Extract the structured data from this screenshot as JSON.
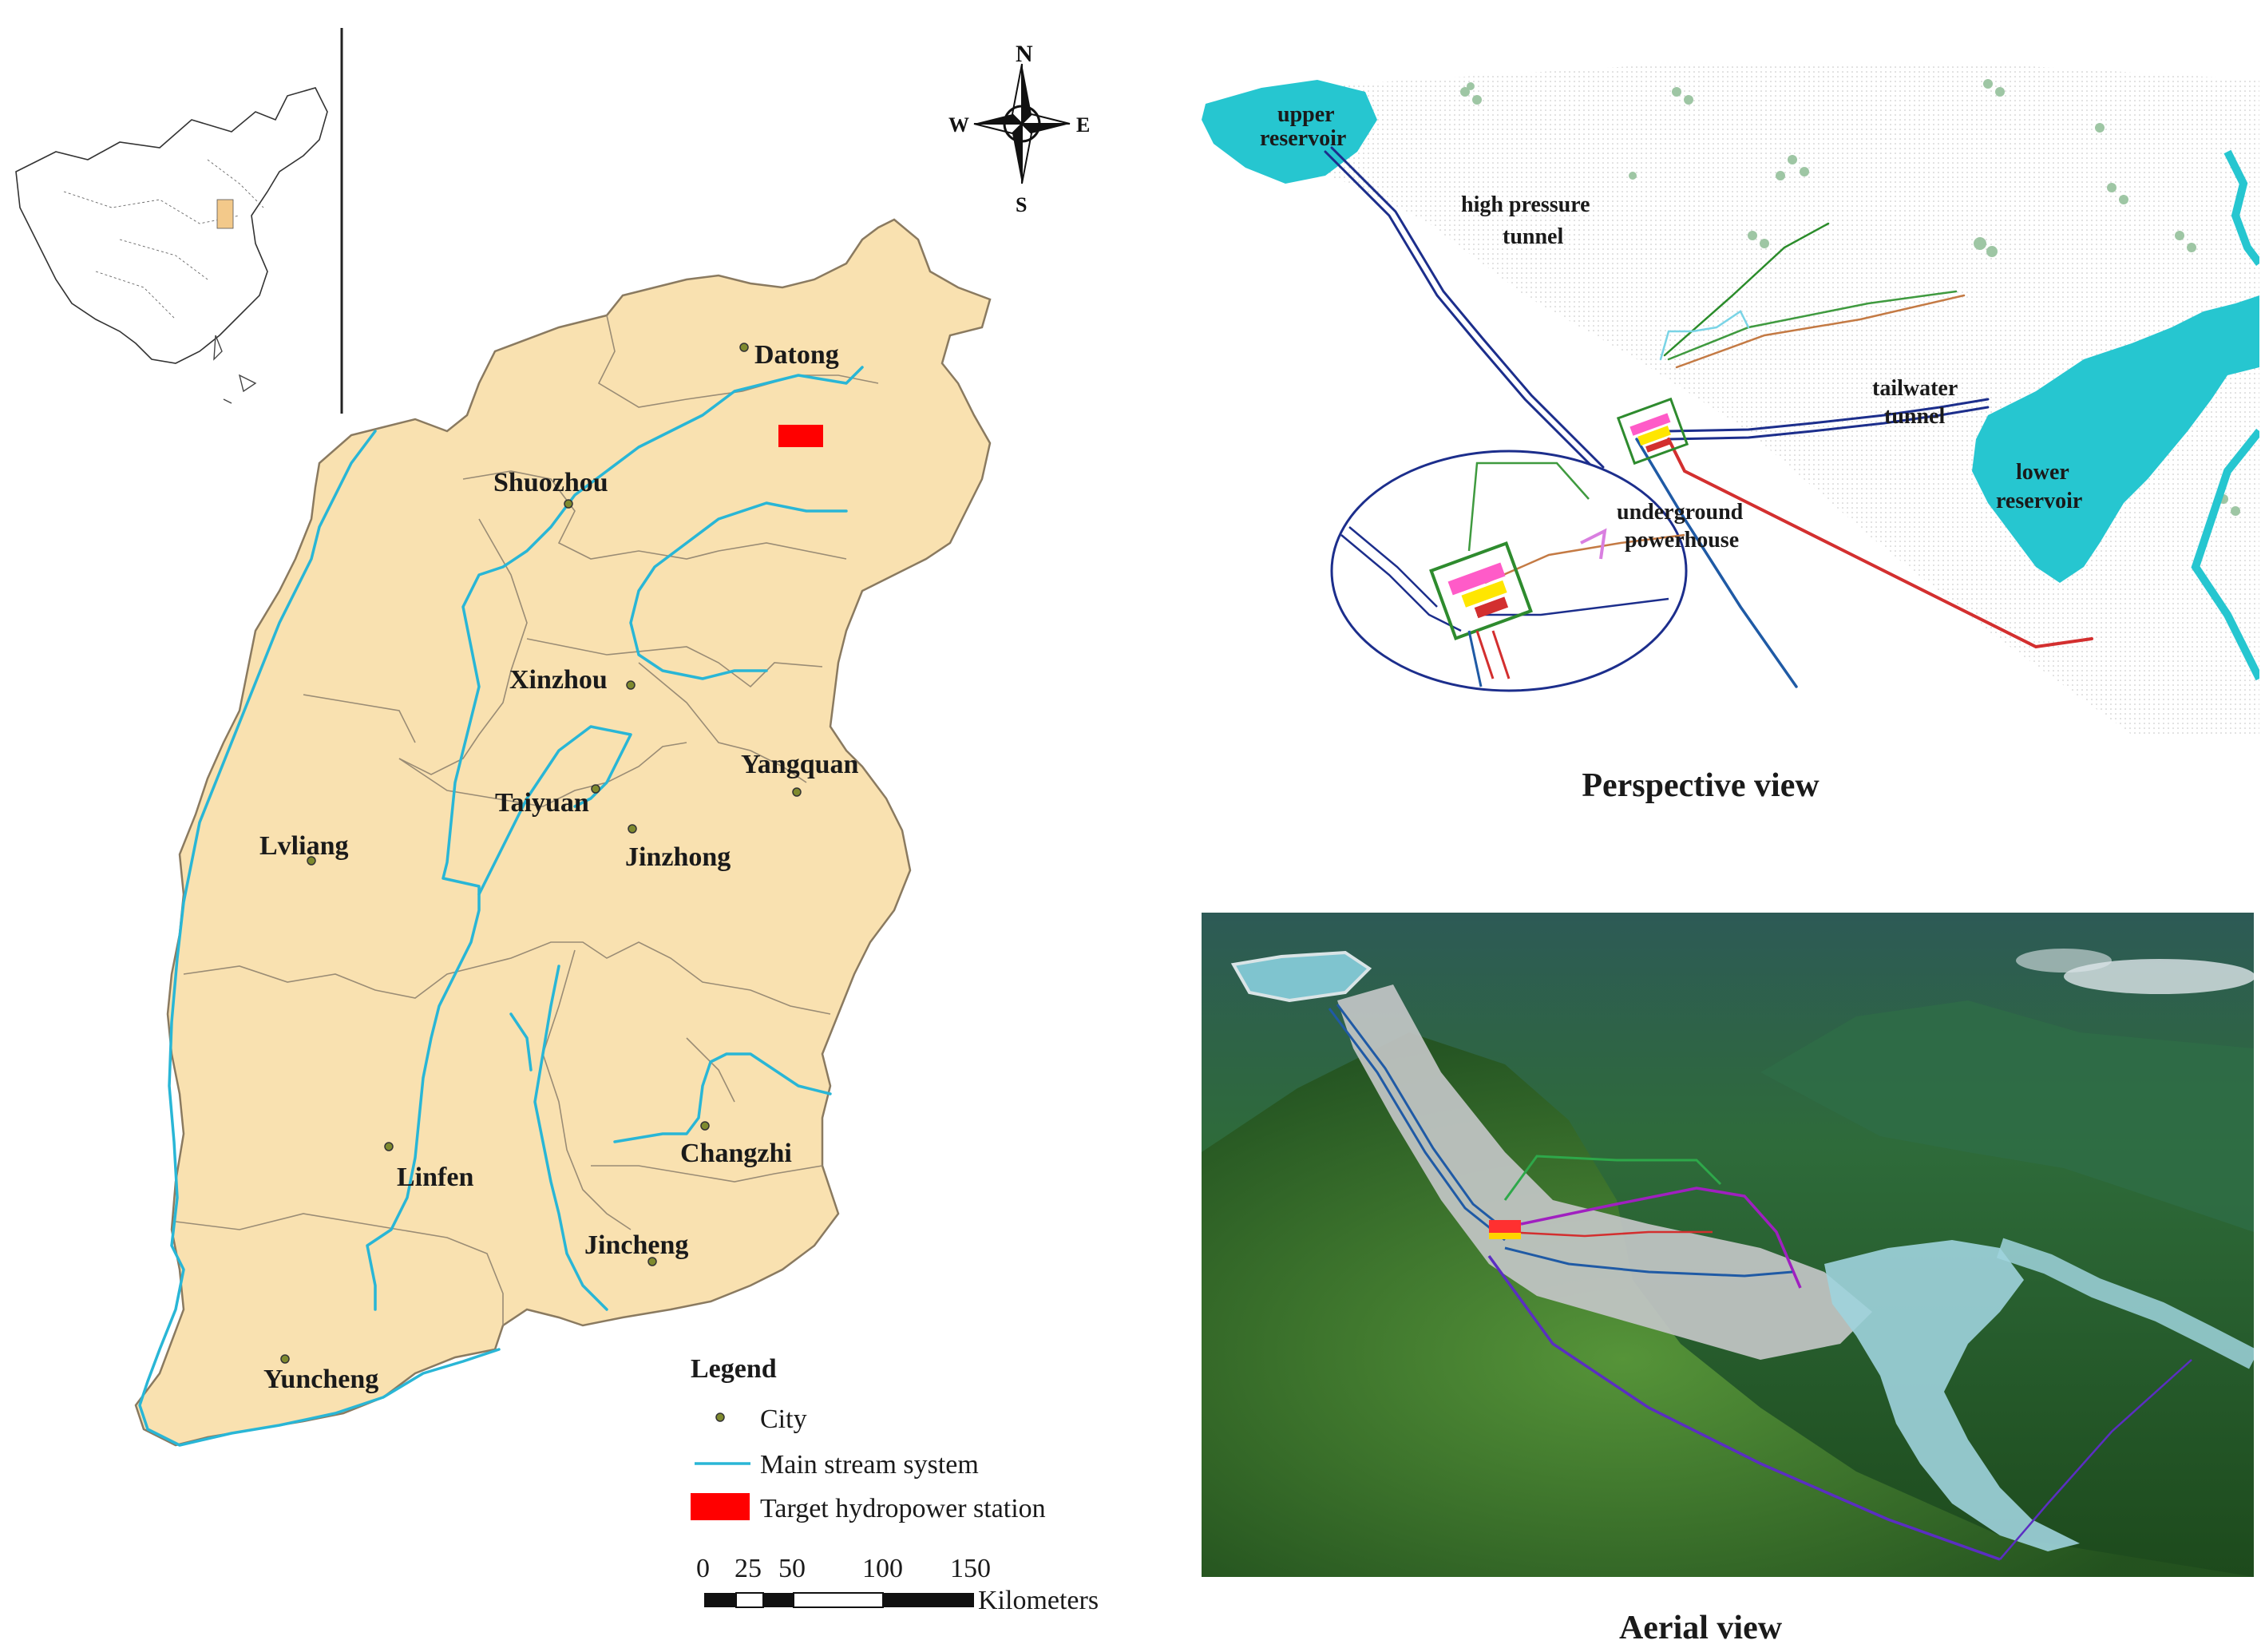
{
  "compass": {
    "n": "N",
    "s": "S",
    "e": "E",
    "w": "W"
  },
  "cities": [
    {
      "id": "datong",
      "label": "Datong"
    },
    {
      "id": "shuozhou",
      "label": "Shuozhou"
    },
    {
      "id": "xinzhou",
      "label": "Xinzhou"
    },
    {
      "id": "yangquan",
      "label": "Yangquan"
    },
    {
      "id": "taiyuan",
      "label": "Taiyuan"
    },
    {
      "id": "lvliang",
      "label": "Lvliang"
    },
    {
      "id": "jinzhong",
      "label": "Jinzhong"
    },
    {
      "id": "changzhi",
      "label": "Changzhi"
    },
    {
      "id": "linfen",
      "label": "Linfen"
    },
    {
      "id": "jincheng",
      "label": "Jincheng"
    },
    {
      "id": "yuncheng",
      "label": "Yuncheng"
    }
  ],
  "legend": {
    "title": "Legend",
    "city": "City",
    "stream": "Main stream system",
    "station": "Target hydropower station"
  },
  "scale_bar": {
    "ticks": [
      "0",
      "25",
      "50",
      "100",
      "150"
    ],
    "unit": "Kilometers"
  },
  "perspective": {
    "caption": "Perspective view",
    "labels": {
      "upper_1": "upper",
      "upper_2": "reservoir",
      "hp_1": "high pressure",
      "hp_2": "tunnel",
      "tail_1": "tailwater",
      "tail_2": "tunnel",
      "under_1": "underground",
      "under_2": "powerhouse",
      "lower_1": "lower",
      "lower_2": "reservoir"
    }
  },
  "aerial": {
    "caption": "Aerial view"
  },
  "colors": {
    "province_fill": "#f9e1b0",
    "river": "#29b6d6",
    "station": "#ff0000",
    "reservoir": "#26c6d0"
  }
}
